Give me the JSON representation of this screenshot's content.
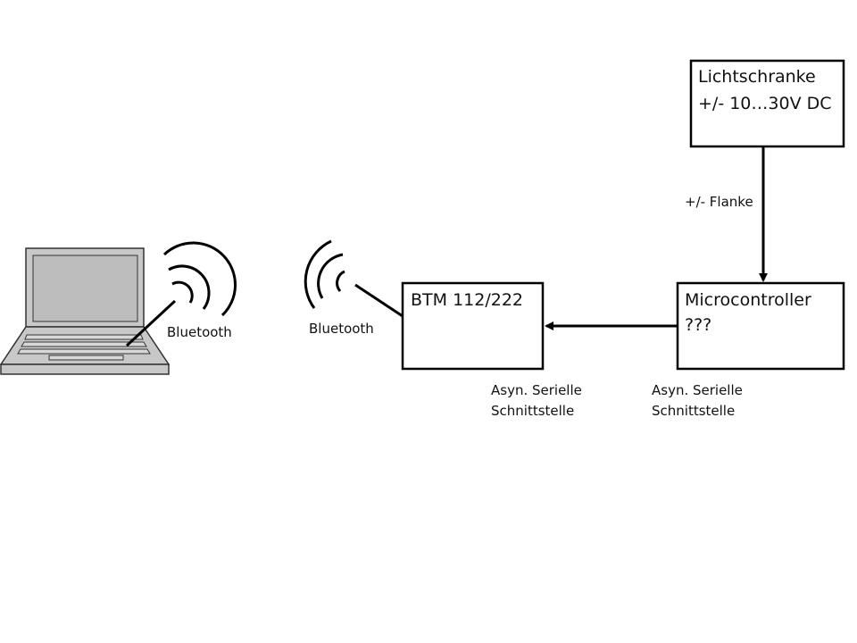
{
  "diagram": {
    "nodes": {
      "lichtschranke": {
        "line1": "Lichtschranke",
        "line2": "+/- 10…30V DC"
      },
      "microcontroller": {
        "line1": "Microcontroller",
        "line2": "???"
      },
      "btm": {
        "line1": "BTM 112/222"
      }
    },
    "edges": {
      "flanke": {
        "label": "+/- Flanke"
      }
    },
    "labels": {
      "bluetooth_laptop": "Bluetooth",
      "bluetooth_module": "Bluetooth",
      "serial_btm_1": "Asyn. Serielle",
      "serial_btm_2": "Schnittstelle",
      "serial_mc_1": "Asyn. Serielle",
      "serial_mc_2": "Schnittstelle"
    },
    "colors": {
      "stroke": "#000000",
      "laptop_body": "#c8c8c8",
      "laptop_screen": "#bdbdbd",
      "laptop_outline": "#333333"
    }
  }
}
